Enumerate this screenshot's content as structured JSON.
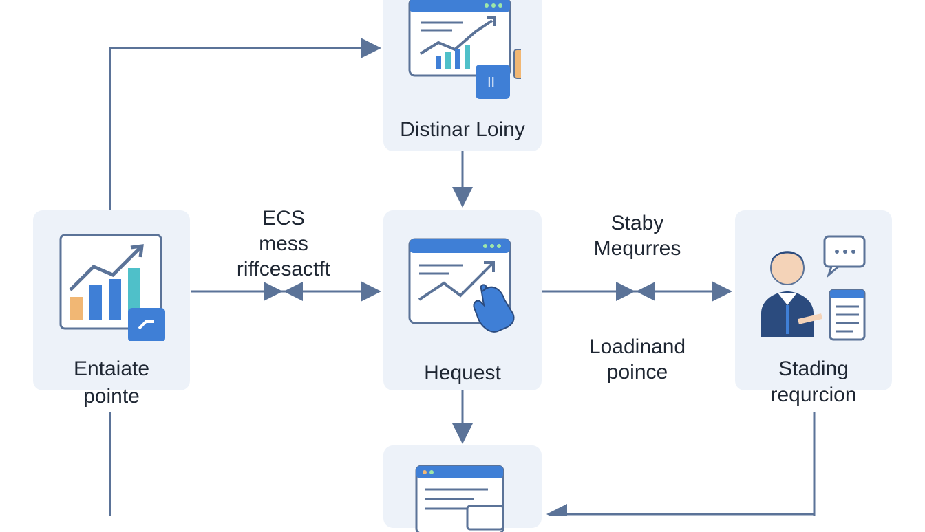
{
  "nodes": {
    "top": {
      "label": "Distinar Loiny"
    },
    "left": {
      "label_line1": "Entaiate",
      "label_line2": "pointe"
    },
    "center": {
      "label": "Hequest"
    },
    "right": {
      "label_line1": "Stading",
      "label_line2": "requrcion"
    },
    "bottom": {
      "label": ""
    }
  },
  "edges": {
    "left_center": {
      "line1": "ECS",
      "line2": "mess",
      "line3": "riffcesactft"
    },
    "center_right_top": {
      "line1": "Staby",
      "line2": "Mequrres"
    },
    "center_right_bottom": {
      "line1": "Loadinand",
      "line2": "poince"
    }
  },
  "colors": {
    "card_bg": "#edf2f9",
    "connector": "#5b7398",
    "accent_blue": "#3f7fd6",
    "accent_orange": "#f1b774",
    "accent_teal": "#4fc0c9"
  },
  "icons": {
    "top": "analytics-dashboard-icon",
    "left": "bar-chart-growth-icon",
    "center": "hand-pointing-chart-icon",
    "right": "support-agent-icon",
    "bottom": "document-window-icon"
  }
}
